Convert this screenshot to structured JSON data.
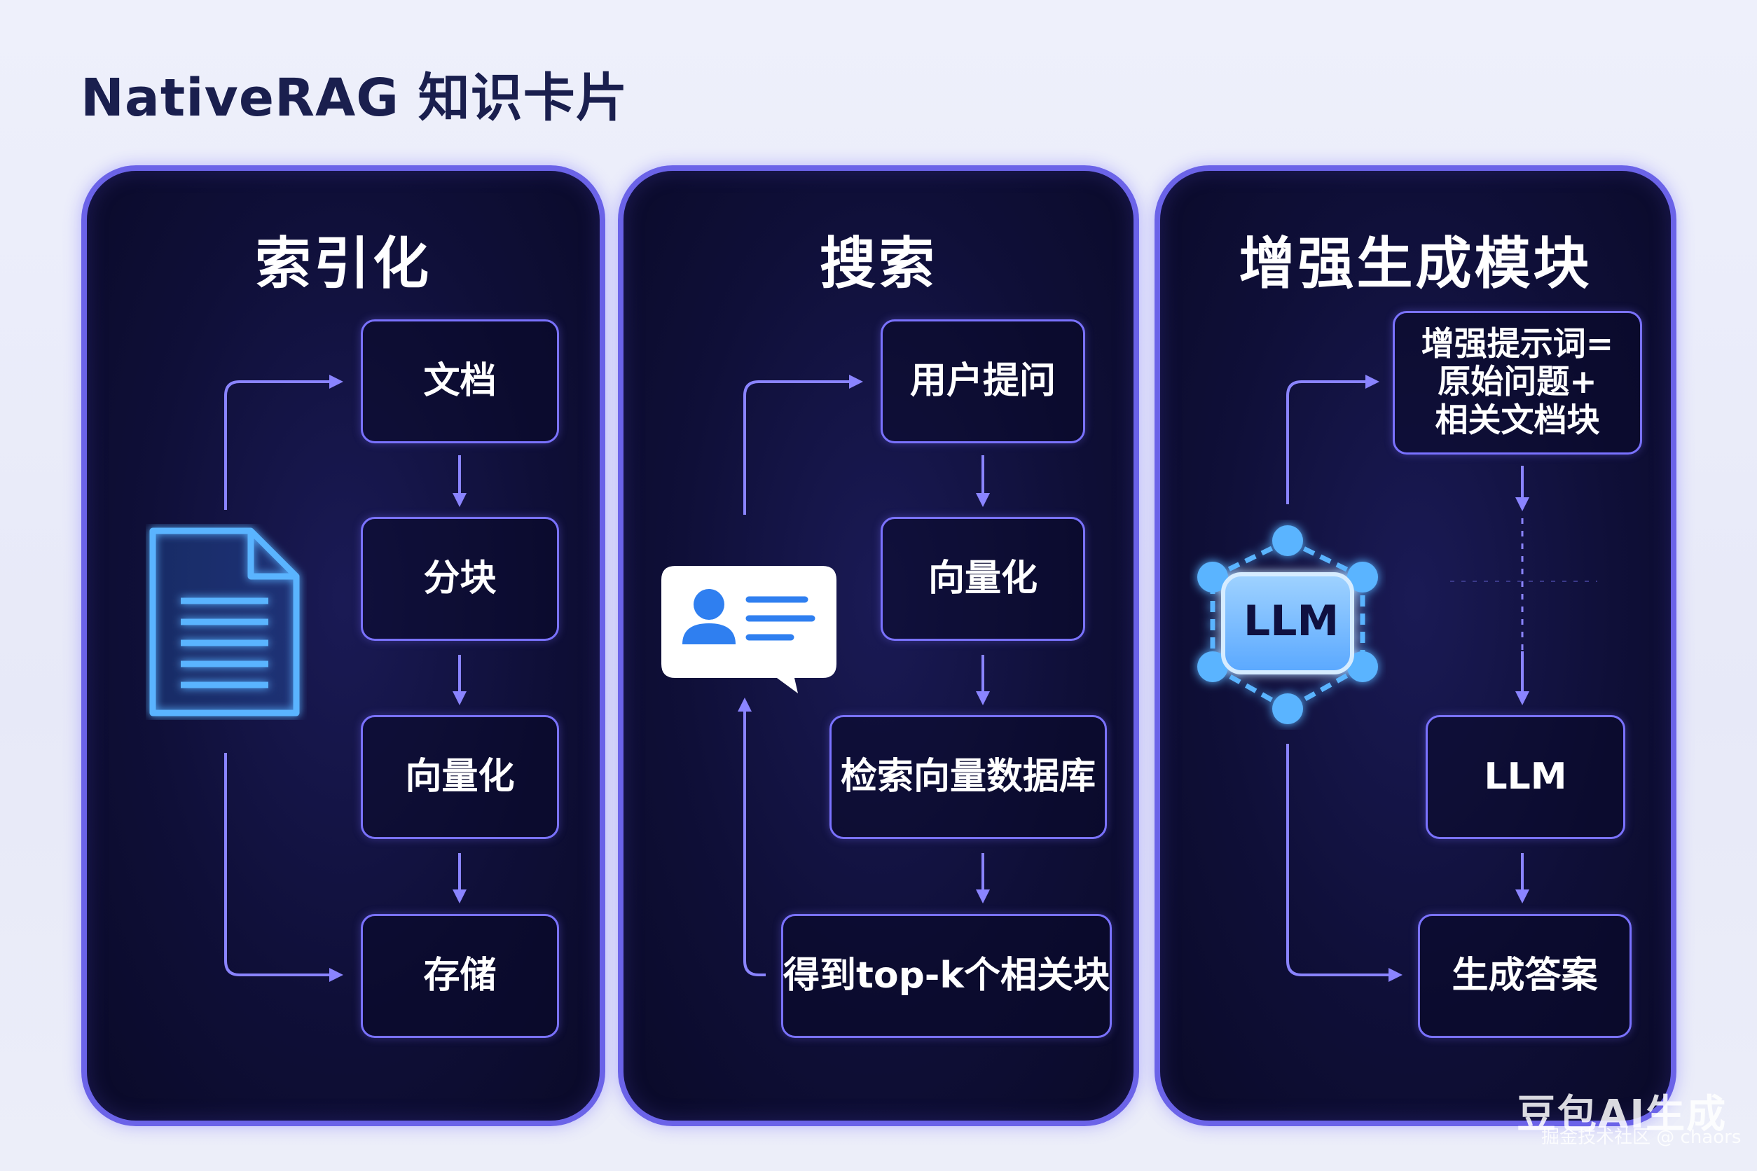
{
  "title": "NativeRAG 知识卡片",
  "panels": [
    {
      "title": "索引化",
      "steps": [
        "文档",
        "分块",
        "向量化",
        "存储"
      ]
    },
    {
      "title": "搜索",
      "steps": [
        "用户提问",
        "向量化",
        "检索向量数据库",
        "得到top-k个相关块"
      ]
    },
    {
      "title": "增强生成模块",
      "steps": [
        "增强提示词=原始问题+相关文档块",
        "LLM",
        "生成答案"
      ],
      "prompt_lines": [
        "增强提示词=",
        "原始问题+",
        "相关文档块"
      ],
      "hub_label": "LLM"
    }
  ],
  "colors": {
    "accent": "#6b63e8",
    "panel_bg": "#0f0f38",
    "title": "#1a1f4e",
    "icon_blue": "#4aa8ff"
  },
  "icons": [
    "document-icon",
    "chat-user-icon",
    "llm-network-icon"
  ],
  "watermark": {
    "main": "豆包AI生成",
    "sub": "掘金技术社区 @ chaors"
  }
}
